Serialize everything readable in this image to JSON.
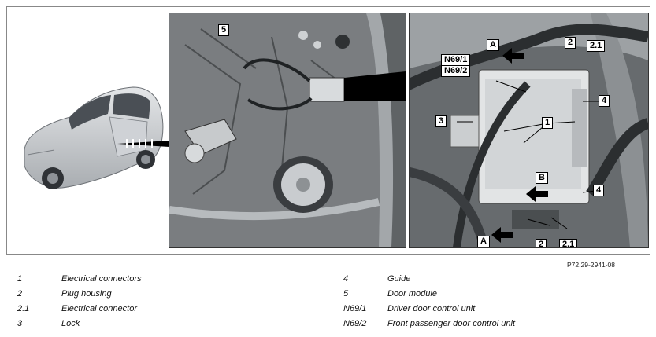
{
  "callouts": {
    "door_5": "5",
    "n69_1": "N69/1",
    "n69_2": "N69/2",
    "a_top": "A",
    "a_bottom": "A",
    "b": "B",
    "c2_top": "2",
    "c21_top": "2.1",
    "c1": "1",
    "c3": "3",
    "c4_top": "4",
    "c4_bottom": "4",
    "c2_bottom": "2",
    "c21_bottom": "2.1"
  },
  "reference": "P72.29-2941-08",
  "legend": {
    "left": [
      {
        "key": "1",
        "label": "Electrical connectors"
      },
      {
        "key": "2",
        "label": "Plug housing"
      },
      {
        "key": "2.1",
        "label": "Electrical connector"
      },
      {
        "key": "3",
        "label": "Lock"
      }
    ],
    "right": [
      {
        "key": "4",
        "label": "Guide"
      },
      {
        "key": "5",
        "label": "Door module"
      },
      {
        "key": "N69/1",
        "label": "Driver door control unit"
      },
      {
        "key": "N69/2",
        "label": "Front passenger door control unit"
      }
    ]
  },
  "colors": {
    "panel_bg": "#6e7275",
    "callout_bg": "#ffffff",
    "arrow": "#000000"
  }
}
